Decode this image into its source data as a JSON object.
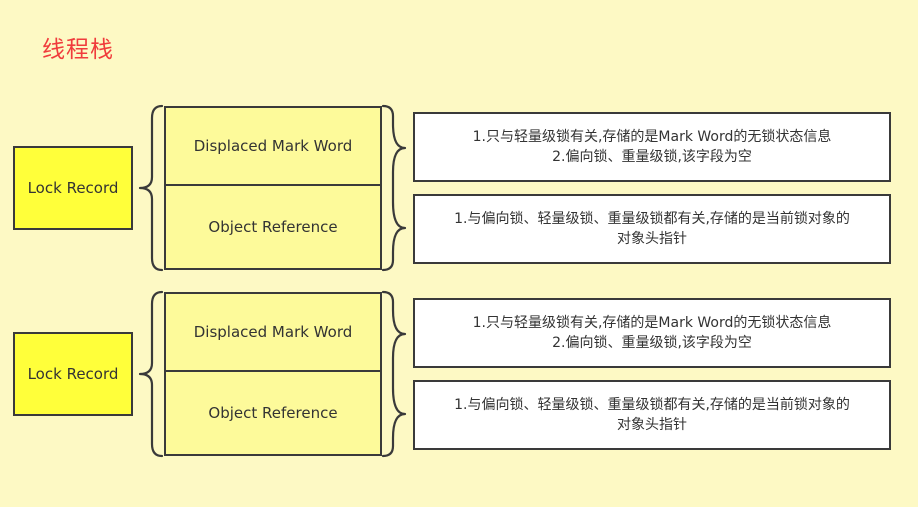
{
  "title": "线程栈",
  "groups": [
    {
      "lock_record": "Lock Record",
      "fields": [
        {
          "name": "Displaced Mark Word",
          "desc": [
            "1.只与轻量级锁有关,存储的是Mark Word的无锁状态信息",
            "2.偏向锁、重量级锁,该字段为空"
          ]
        },
        {
          "name": "Object Reference",
          "desc": [
            "1.与偏向锁、轻量级锁、重量级锁都有关,存储的是当前锁对象的",
            "对象头指针"
          ]
        }
      ]
    },
    {
      "lock_record": "Lock Record",
      "fields": [
        {
          "name": "Displaced Mark Word",
          "desc": [
            "1.只与轻量级锁有关,存储的是Mark Word的无锁状态信息",
            "2.偏向锁、重量级锁,该字段为空"
          ]
        },
        {
          "name": "Object Reference",
          "desc": [
            "1.与偏向锁、轻量级锁、重量级锁都有关,存储的是当前锁对象的",
            "对象头指针"
          ]
        }
      ]
    }
  ],
  "colors": {
    "background": "#fdf9c4",
    "title": "#f03c3c",
    "lock_record_fill": "#ffff3a",
    "field_fill": "#fdfa9a",
    "desc_fill": "#ffffff",
    "stroke": "#3a3a3a"
  }
}
